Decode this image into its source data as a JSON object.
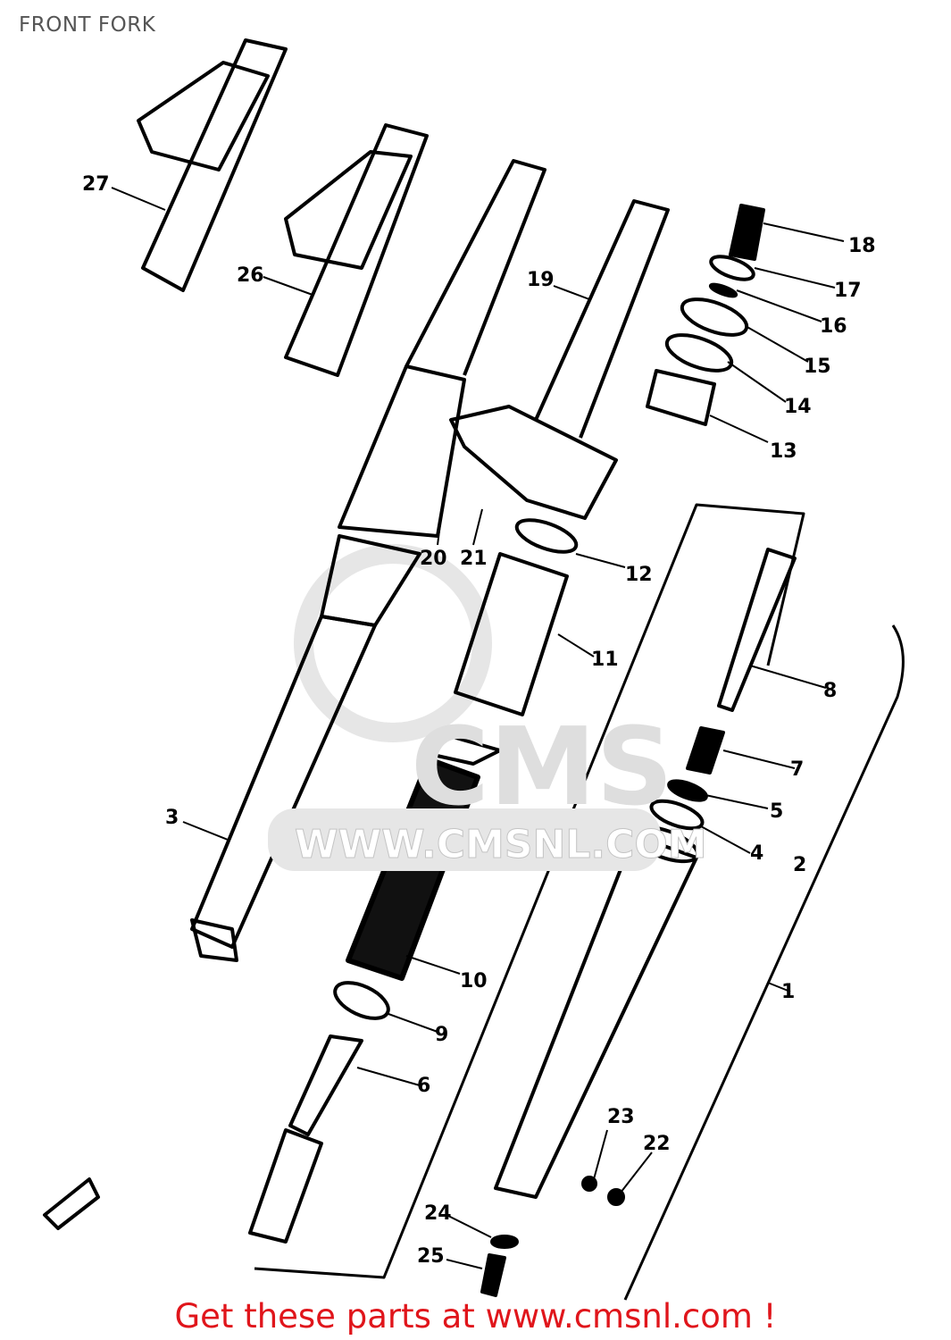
{
  "title": "FRONT FORK",
  "watermark": {
    "logo": "CMS",
    "url": "WWW.CMSNL.COM"
  },
  "callouts": [
    "1",
    "2",
    "3",
    "4",
    "5",
    "6",
    "7",
    "8",
    "9",
    "10",
    "11",
    "12",
    "13",
    "14",
    "15",
    "16",
    "17",
    "18",
    "19",
    "20",
    "21",
    "22",
    "23",
    "24",
    "25",
    "26",
    "27"
  ],
  "footer": "Get these parts at www.cmsnl.com !",
  "colors": {
    "footer": "#e0151b",
    "title": "#555555",
    "lines": "#000000"
  }
}
